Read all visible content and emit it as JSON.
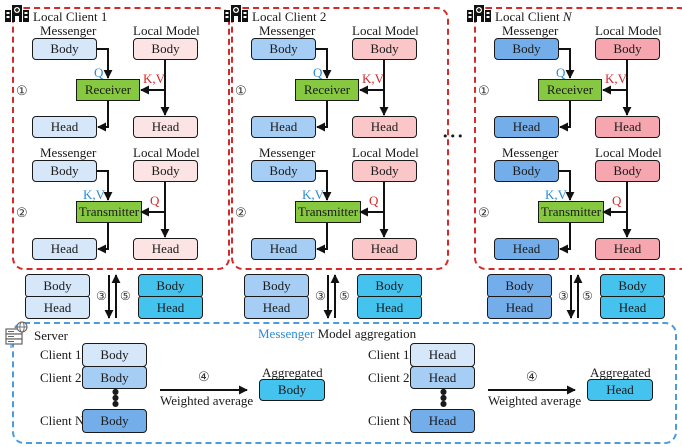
{
  "clients": [
    {
      "title_prefix": "Local Client ",
      "title_index": "1",
      "title_italic": false,
      "messenger_color": "#d6e7fa",
      "local_color": "#fde4e4",
      "upload_color": "#d6e7fa"
    },
    {
      "title_prefix": "Local Client ",
      "title_index": "2",
      "title_italic": false,
      "messenger_color": "#a6cef5",
      "local_color": "#fbc6c8",
      "upload_color": "#a6cef5"
    },
    {
      "title_prefix": "Local Client ",
      "title_index": "N",
      "title_italic": true,
      "messenger_color": "#74aeea",
      "local_color": "#f5a6ae",
      "upload_color": "#74aeea"
    }
  ],
  "labels": {
    "messenger": "Messenger",
    "local_model": "Local Model",
    "body": "Body",
    "head": "Head",
    "receiver": "Receiver",
    "transmitter": "Transmitter",
    "q": "Q",
    "kv": "K,V",
    "step1": "①",
    "step2": "②",
    "step3": "③",
    "step4": "④",
    "step5": "⑤",
    "ellipsis": "•••"
  },
  "colors": {
    "client_frame": "#d42a2a",
    "server_frame": "#4a9be0",
    "aggregated": "#45c3ef",
    "gate": "#86c940",
    "q_kv_messenger": "#2b8bd6",
    "q_kv_local": "#d42a2a"
  },
  "server": {
    "title": "Server",
    "heading_colored": "Messenger",
    "heading_rest": " Model aggregation",
    "groups": [
      {
        "part": "Body",
        "rows": [
          {
            "client": "Client 1",
            "label": "Body",
            "color": "#d6e7fa"
          },
          {
            "client": "Client 2",
            "label": "Body",
            "color": "#a6cef5"
          },
          {
            "client": "Client N",
            "label": "Body",
            "color": "#74aeea"
          }
        ],
        "arrow_step": "④",
        "arrow_label": "Weighted average",
        "aggregated_title": "Aggregated",
        "aggregated_label": "Body"
      },
      {
        "part": "Head",
        "rows": [
          {
            "client": "Client 1",
            "label": "Head",
            "color": "#d6e7fa"
          },
          {
            "client": "Client 2",
            "label": "Head",
            "color": "#a6cef5"
          },
          {
            "client": "Client N",
            "label": "Head",
            "color": "#74aeea"
          }
        ],
        "arrow_step": "④",
        "arrow_label": "Weighted average",
        "aggregated_title": "Aggregated",
        "aggregated_label": "Head"
      }
    ]
  }
}
